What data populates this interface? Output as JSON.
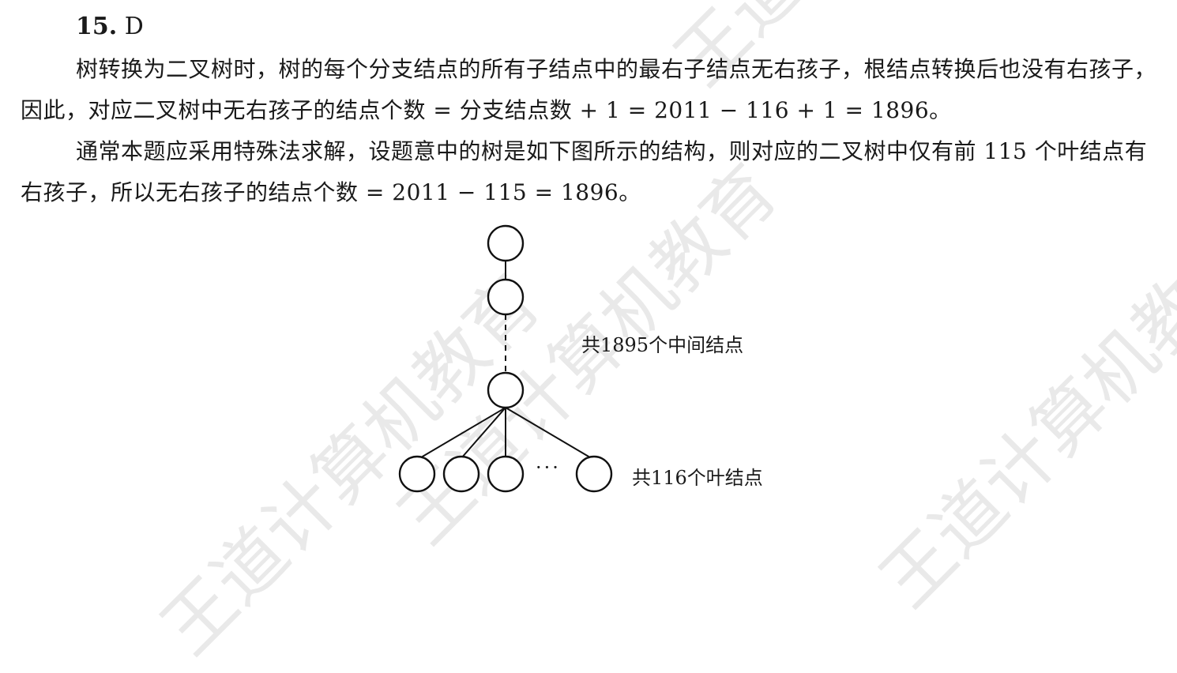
{
  "watermark": {
    "text_1": "王道计算机教育",
    "text_2": "王道计算机教育",
    "text_3": "王道计算机教育",
    "text_4": "王道计算机教育"
  },
  "problem": {
    "number": "15.",
    "answer": "D"
  },
  "paragraphs": {
    "p1": "树转换为二叉树时，树的每个分支结点的所有子结点中的最右子结点无右孩子，根结点转换后也没有右孩子，因此，对应二叉树中无右孩子的结点个数 = 分支结点数 + 1 = 2011 − 116 + 1 = 1896。",
    "p2": "通常本题应采用特殊法求解，设题意中的树是如下图所示的结构，则对应的二叉树中仅有前 115 个叶结点有右孩子，所以无右孩子的结点个数 = 2011 − 115 = 1896。"
  },
  "diagram": {
    "middle_label": "共1895个中间结点",
    "leaf_label": "共116个叶结点",
    "ellipsis": "···"
  }
}
